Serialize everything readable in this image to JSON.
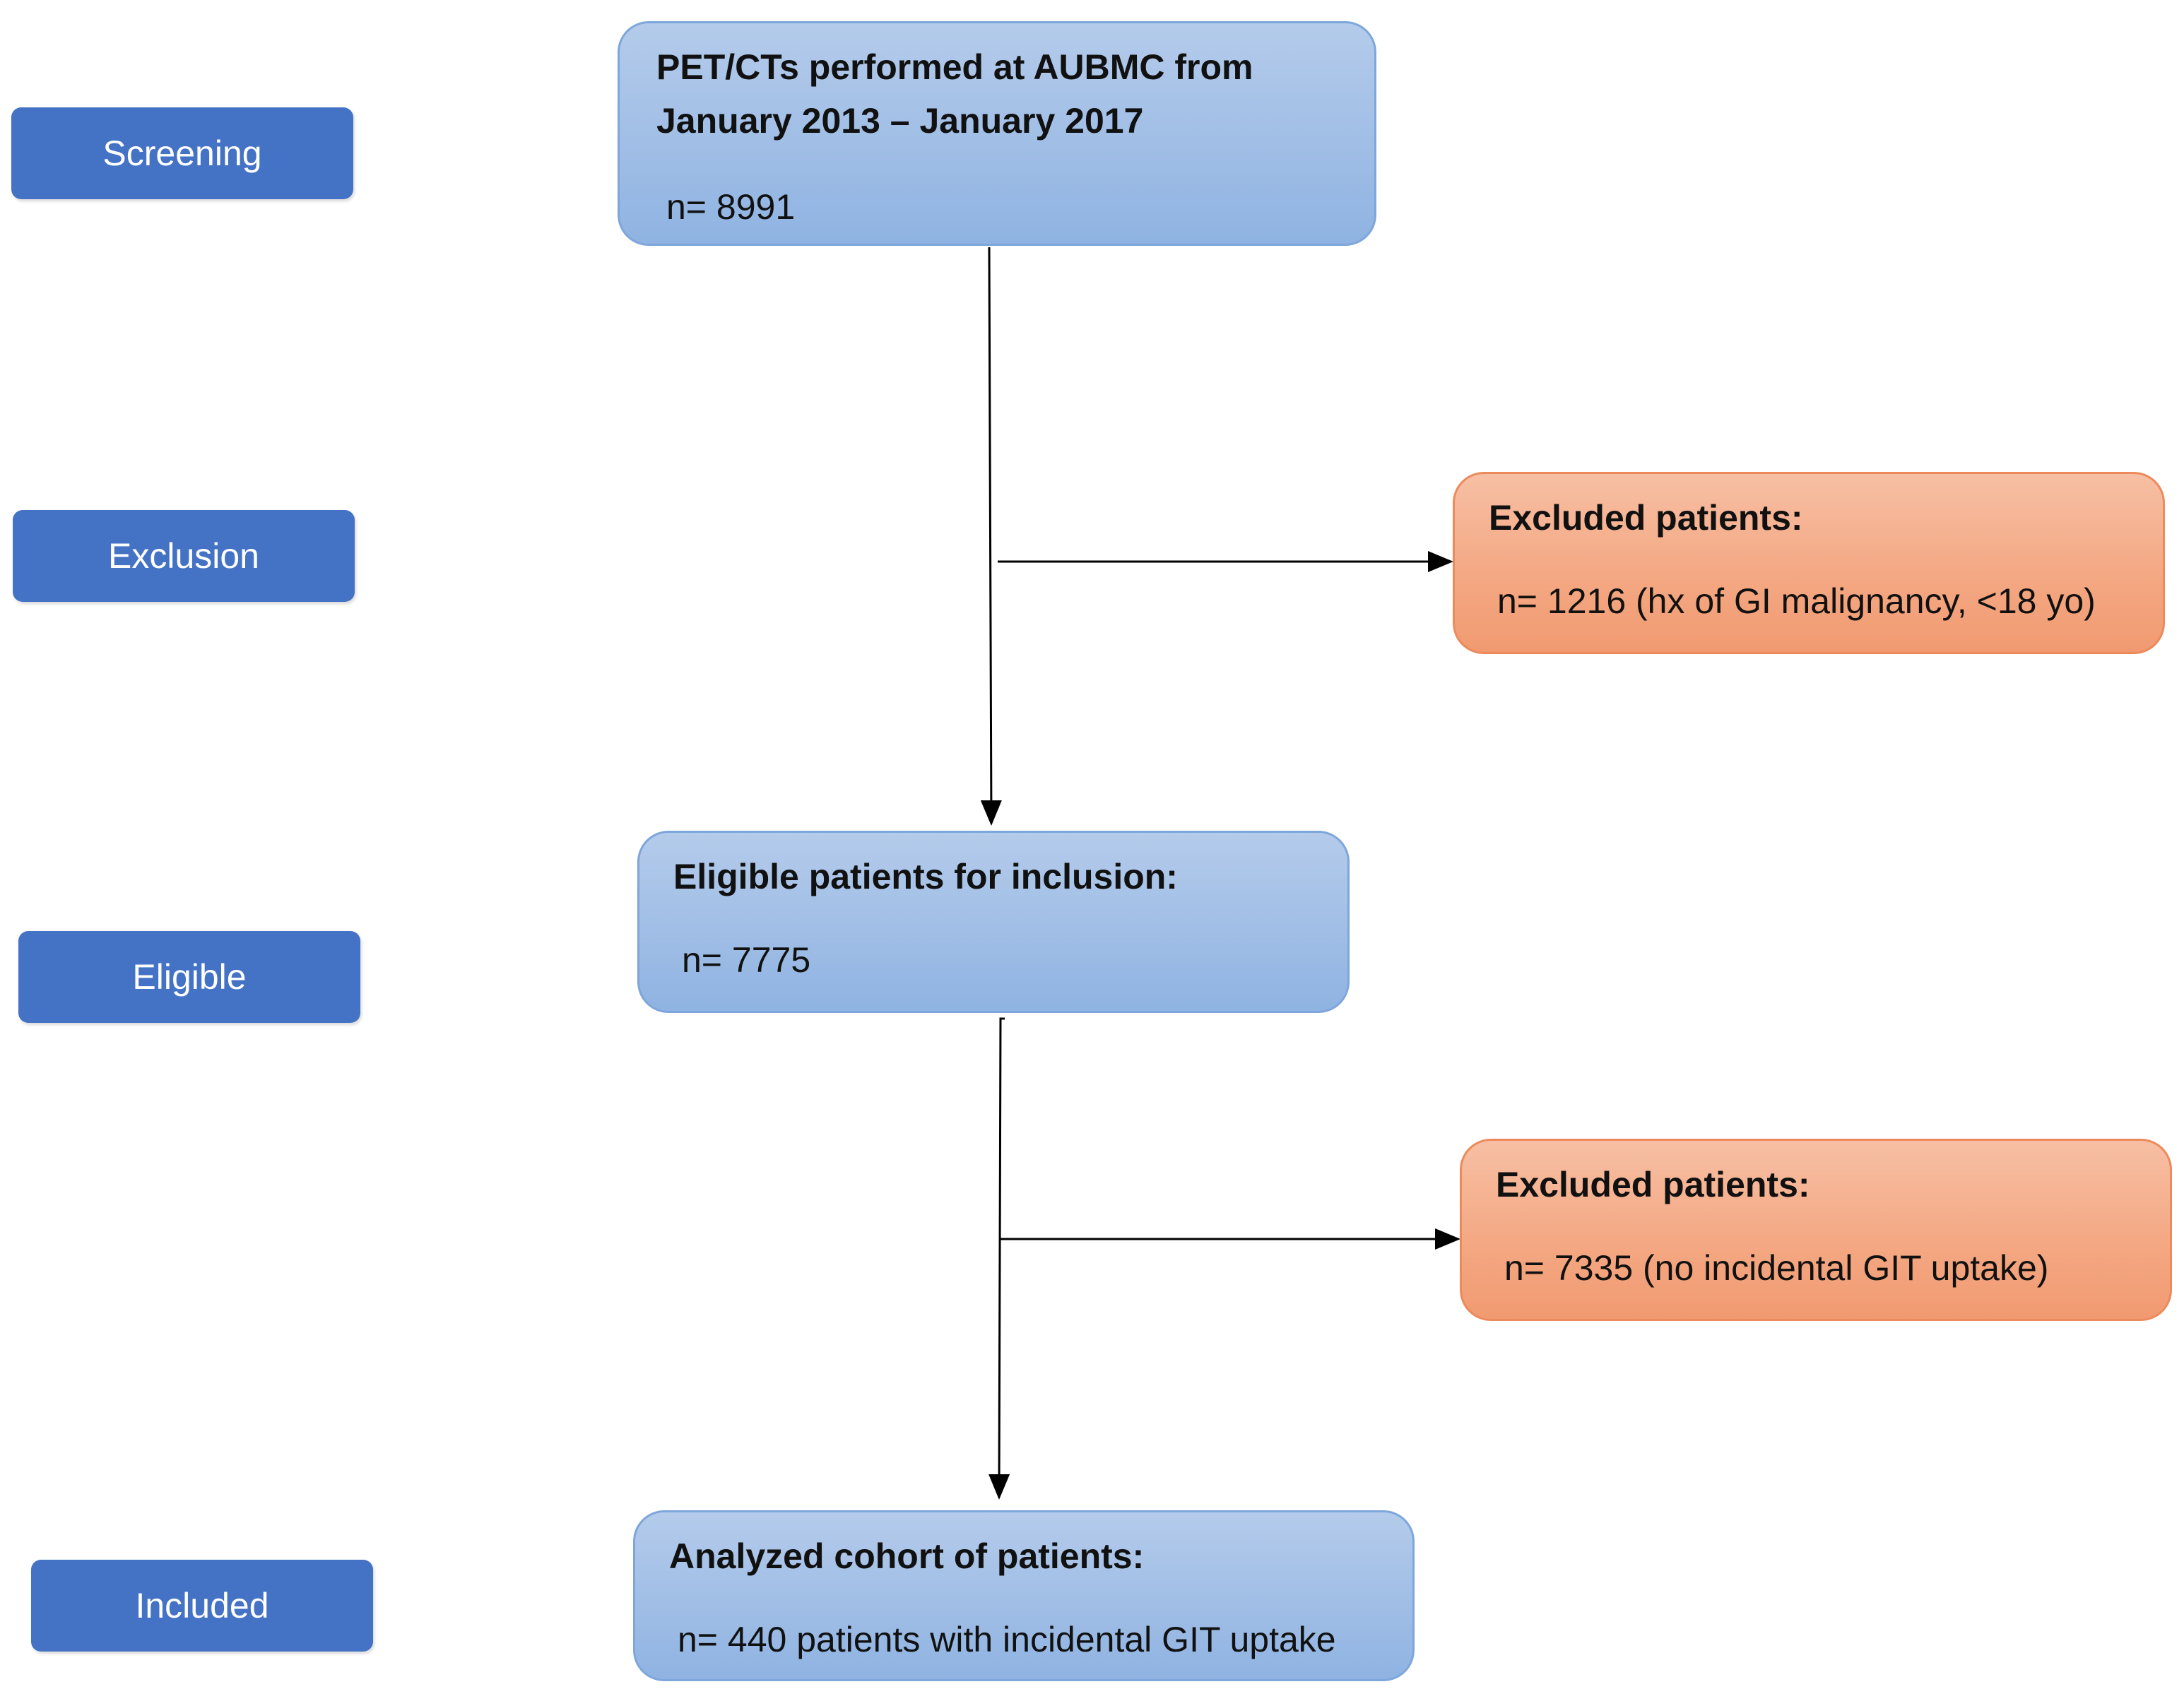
{
  "stages": {
    "screening": "Screening",
    "exclusion": "Exclusion",
    "eligible": "Eligible",
    "included": "Included"
  },
  "boxes": {
    "screening": {
      "title_line1": "PET/CTs performed at AUBMC from",
      "title_line2": "January 2013 – January 2017",
      "count": "n= 8991"
    },
    "excluded_1": {
      "title": "Excluded patients:",
      "count": "n= 1216 (hx of GI malignancy, <18 yo)"
    },
    "eligible": {
      "title": "Eligible patients for inclusion:",
      "count": "n= 7775"
    },
    "excluded_2": {
      "title": "Excluded patients:",
      "count": "n= 7335 (no incidental GIT uptake)"
    },
    "included": {
      "title": "Analyzed cohort of patients:",
      "count": "n= 440 patients with incidental GIT uptake"
    }
  },
  "colors": {
    "stage_label": "#4472c4",
    "flow_box": "#a2bfe6",
    "excluded_box": "#f4a984",
    "arrow": "#000000"
  }
}
